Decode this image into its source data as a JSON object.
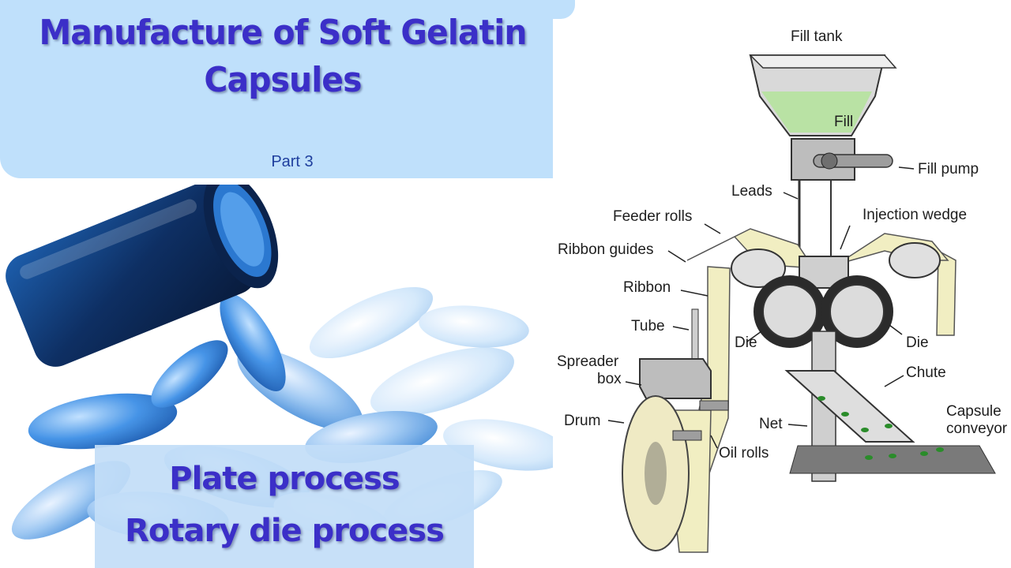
{
  "title": {
    "line1": "Manufacture of Soft Gelatin",
    "line2": "Capsules",
    "part": "Part 3"
  },
  "processes": [
    "Plate process",
    "Rotary die process"
  ],
  "diagram": {
    "labels": {
      "fill_tank": "Fill tank",
      "fill": "Fill",
      "fill_pump": "Fill pump",
      "leads": "Leads",
      "injection_wedge": "Injection wedge",
      "feeder_rolls": "Feeder rolls",
      "ribbon_guides": "Ribbon guides",
      "ribbon": "Ribbon",
      "tube": "Tube",
      "die_left": "Die",
      "die_right": "Die",
      "spreader": "Spreader",
      "box": "box",
      "chute": "Chute",
      "drum": "Drum",
      "net": "Net",
      "capsule": "Capsule",
      "conveyor": "conveyor",
      "oil_rolls": "Oil rolls"
    }
  },
  "colors": {
    "title_text": "#3b2fc8",
    "banner": "#bfe0fb",
    "ribbon": "#f1eec2",
    "fill_liquid": "#b9e2a4",
    "capsule_blue": "#2f7fd8"
  }
}
